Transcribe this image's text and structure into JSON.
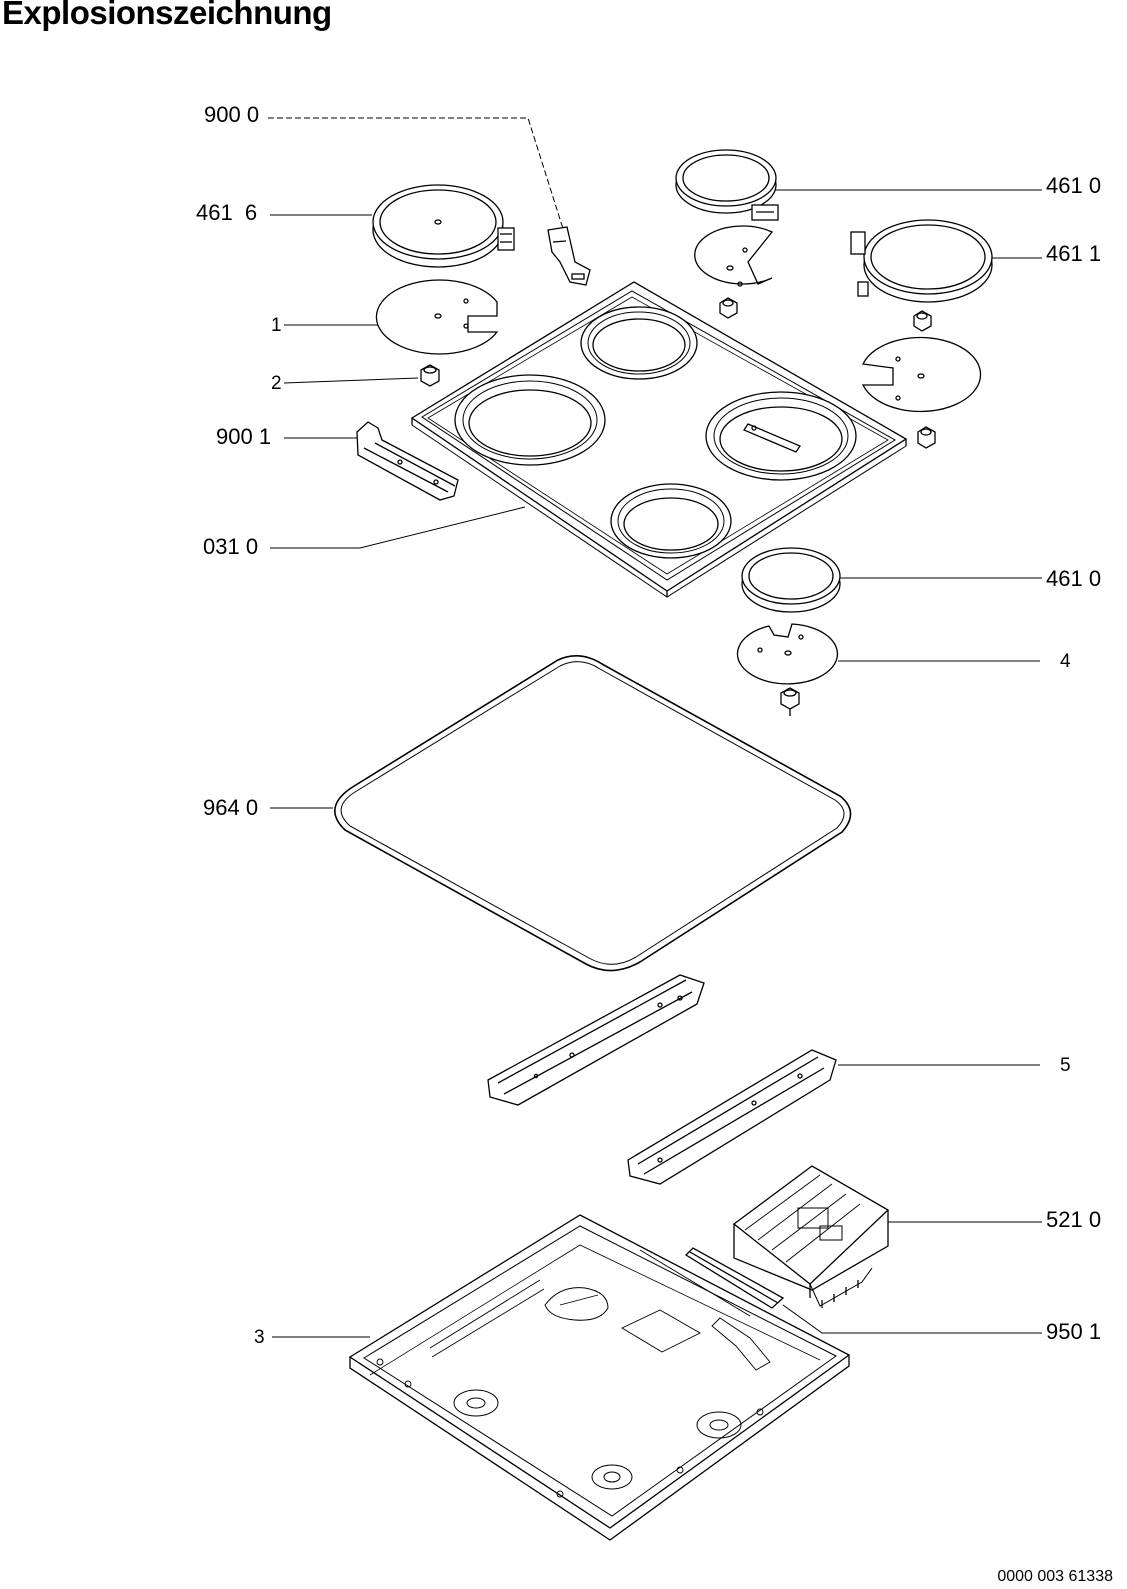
{
  "title": "Explosionszeichnung",
  "labels": {
    "l_9000": "900 0",
    "l_4616": "461  6",
    "l_1": "1",
    "l_2": "2",
    "l_9001": "900 1",
    "l_0310": "031 0",
    "l_9640": "964 0",
    "l_3": "3",
    "l_4610_top": "461 0",
    "l_4611": "461 1",
    "l_4610_mid": "461 0",
    "l_4": "4",
    "l_5": "5",
    "l_5210": "521 0",
    "l_9501": "950 1"
  },
  "document_number": "0000 003 61338",
  "colors": {
    "line": "#000000",
    "part_fill": "#ffffff",
    "shade": "#dcdcdc"
  }
}
